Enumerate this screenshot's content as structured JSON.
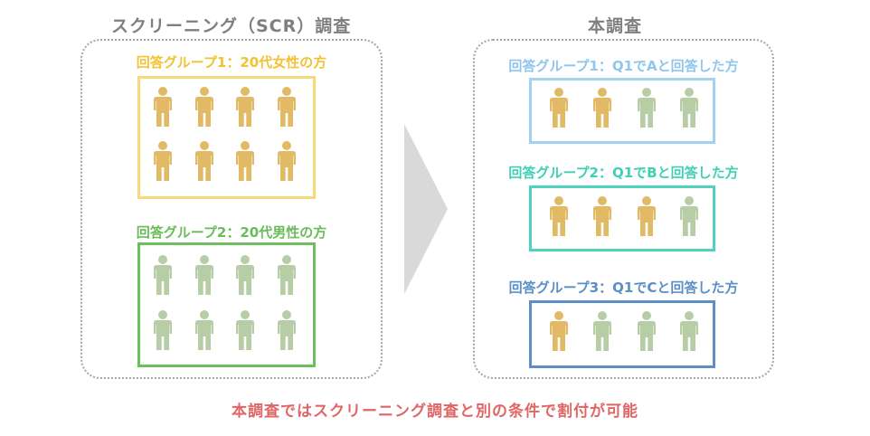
{
  "colors": {
    "female": "#e2b964",
    "male": "#b6cda5",
    "group1_label": "#f2c234",
    "group1_border": "#f7d878",
    "group2_label": "#6abb5a",
    "group2_border": "#6bbf5c",
    "main_g1": "#a3d1f1",
    "main_g2": "#4dd3bb",
    "main_g3": "#5b8fc7",
    "main_g1_label": "#8ec6ee",
    "main_g2_label": "#3fcfb5",
    "main_g3_label": "#5a8fc8",
    "footer": "#e06666"
  },
  "screening": {
    "title": "スクリーニング（SCR）調査",
    "group1": {
      "label": "回答グループ1：20代女性の方",
      "people": [
        "female",
        "female",
        "female",
        "female",
        "female",
        "female",
        "female",
        "female"
      ]
    },
    "group2": {
      "label": "回答グループ2：20代男性の方",
      "people": [
        "male",
        "male",
        "male",
        "male",
        "male",
        "male",
        "male",
        "male"
      ]
    }
  },
  "main_survey": {
    "title": "本調査",
    "groups": [
      {
        "label": "回答グループ1：Q1でAと回答した方",
        "people": [
          "female",
          "female",
          "male",
          "male"
        ]
      },
      {
        "label": "回答グループ2：Q1でBと回答した方",
        "people": [
          "female",
          "female",
          "female",
          "male"
        ]
      },
      {
        "label": "回答グループ3：Q1でCと回答した方",
        "people": [
          "female",
          "male",
          "male",
          "male"
        ]
      }
    ]
  },
  "footer": {
    "note": "本調査ではスクリーニング調査と別の条件で割付が可能"
  }
}
